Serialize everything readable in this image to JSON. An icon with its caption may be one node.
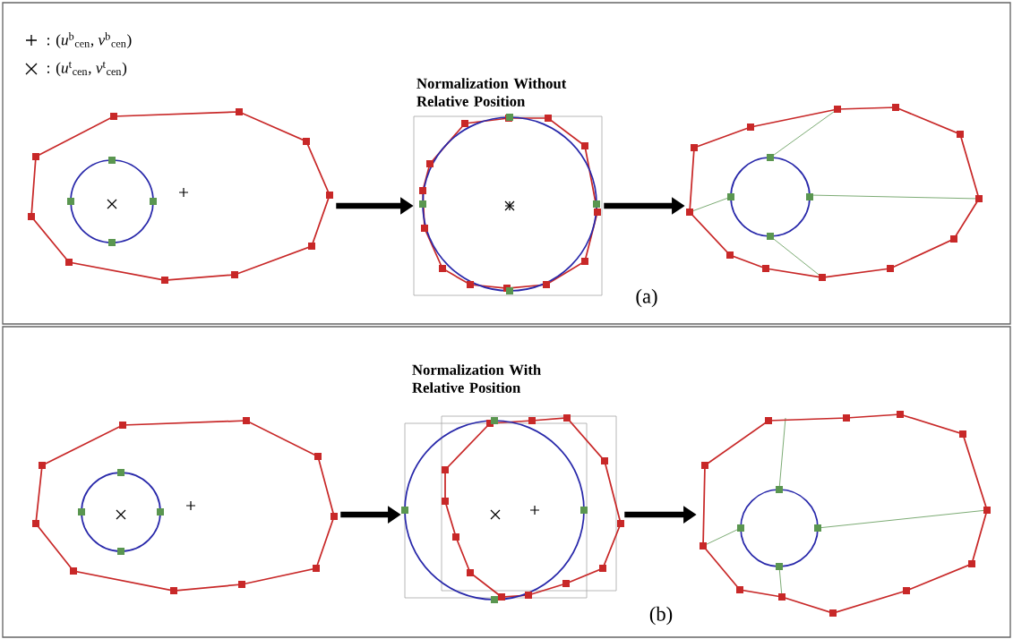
{
  "diagram": {
    "nodes": [
      {
        "text": [
          "(a)"
        ]
      },
      {
        "text": [],
        "shape": "picture",
        "in": 0
      },
      {
        "text": [
          "Normalization Without Relative Position"
        ],
        "in": 0
      },
      {
        "text": [],
        "shape": "picture",
        "in": 0
      },
      {
        "text": [
          "(b)"
        ]
      },
      {
        "text": [],
        "shape": "picture",
        "in": 4
      },
      {
        "text": [
          "Normalization With Relative Position"
        ],
        "in": 4
      },
      {
        "text": [],
        "shape": "picture",
        "in": 4
      }
    ],
    "edges": [
      {
        "from": 1,
        "to": 2,
        "arrow": "to"
      },
      {
        "from": 2,
        "to": 3,
        "arrow": "to"
      },
      {
        "from": 5,
        "to": 6,
        "arrow": "to"
      },
      {
        "from": 6,
        "to": 7,
        "arrow": "to"
      }
    ],
    "legend": [
      {
        "text": ": (*u*$^{b}$$_{cen}$, *v*$^{b}$$_{cen}$)"
      },
      {
        "text": ": (*u*$^{t}$$_{cen}$, *v*$^{t}$$_{cen}$)"
      }
    ]
  }
}
